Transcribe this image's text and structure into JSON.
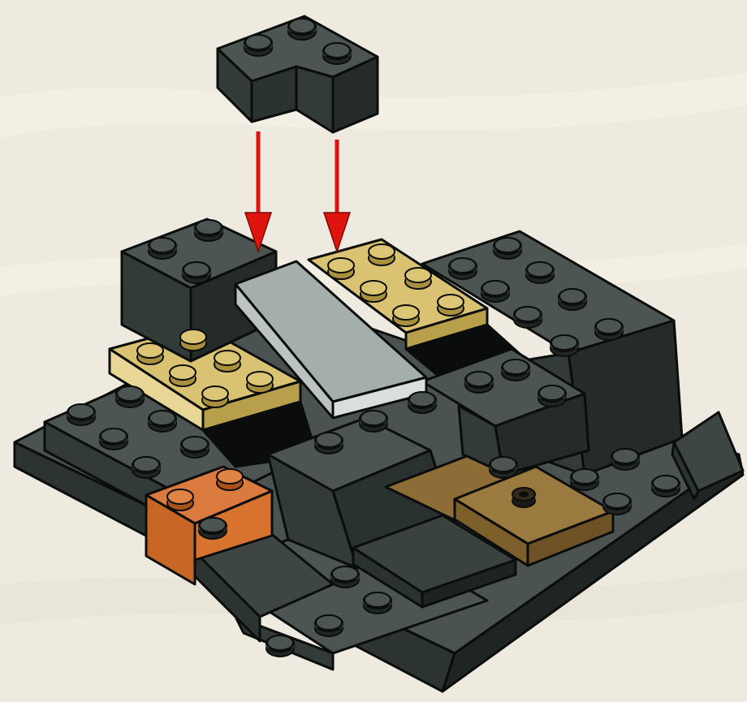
{
  "instruction": {
    "step": "attach-corner-brick",
    "arrow_count": 2
  },
  "colors": {
    "background": "#efeae0",
    "background_streak": "#f6f2ea",
    "dark_gray_top": "#4c5552",
    "dark_gray_left": "#333b39",
    "dark_gray_right": "#242b29",
    "outline": "#0a0d0c",
    "tan_top": "#d9c271",
    "tan_left": "#e8d696",
    "tan_side": "#b89f4c",
    "light_gray_top": "#a4aeab",
    "light_gray_side": "#d9dfdd",
    "orange_top": "#db7a3f",
    "orange_side": "#c76624",
    "dark_tan_top": "#8d6d35",
    "dark_tan_side": "#6e5125",
    "arrow": "#e0140e"
  },
  "parts": [
    {
      "name": "corner-brick-2x2",
      "color": "dark gray"
    },
    {
      "name": "baseplate",
      "color": "dark gray"
    },
    {
      "name": "tile-2x4",
      "color": "light gray"
    },
    {
      "name": "plate-2x3-tan-left",
      "color": "tan"
    },
    {
      "name": "plate-2x3-tan-right",
      "color": "tan"
    },
    {
      "name": "brick-1x2-orange",
      "color": "orange"
    },
    {
      "name": "jumper-plate",
      "color": "dark tan"
    }
  ]
}
